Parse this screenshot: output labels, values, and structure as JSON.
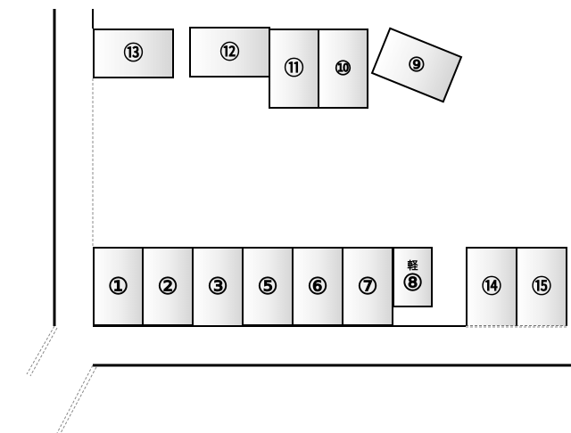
{
  "spaces": {
    "s13": "⑬",
    "s12": "⑫",
    "s11": "⑪",
    "s10": "⑩",
    "s9": "⑨",
    "s1": "①",
    "s2": "②",
    "s3": "③",
    "s5": "⑤",
    "s6": "⑥",
    "s7": "⑦",
    "s8": "⑧",
    "s8_tag": "軽",
    "s14": "⑭",
    "s15": "⑮"
  }
}
